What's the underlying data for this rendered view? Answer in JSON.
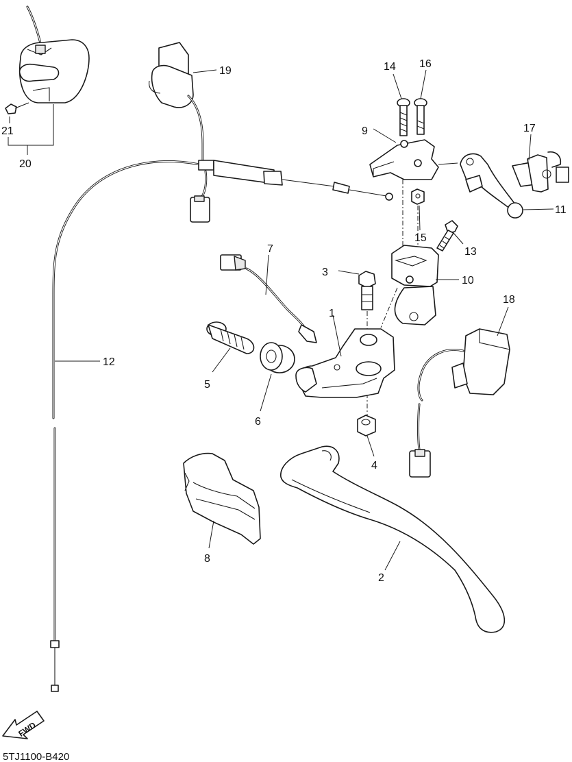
{
  "diagram": {
    "drawing_code": "5TJ1100-B420",
    "direction_marker": "FWD",
    "callouts": [
      {
        "id": "c1",
        "label": "1"
      },
      {
        "id": "c2",
        "label": "2"
      },
      {
        "id": "c3",
        "label": "3"
      },
      {
        "id": "c4",
        "label": "4"
      },
      {
        "id": "c5",
        "label": "5"
      },
      {
        "id": "c6",
        "label": "6"
      },
      {
        "id": "c7",
        "label": "7"
      },
      {
        "id": "c8",
        "label": "8"
      },
      {
        "id": "c9",
        "label": "9"
      },
      {
        "id": "c10",
        "label": "10"
      },
      {
        "id": "c11",
        "label": "11"
      },
      {
        "id": "c12",
        "label": "12"
      },
      {
        "id": "c13",
        "label": "13"
      },
      {
        "id": "c14",
        "label": "14"
      },
      {
        "id": "c15",
        "label": "15"
      },
      {
        "id": "c16",
        "label": "16"
      },
      {
        "id": "c17",
        "label": "17"
      },
      {
        "id": "c18",
        "label": "18"
      },
      {
        "id": "c19",
        "label": "19"
      },
      {
        "id": "c20",
        "label": "20"
      },
      {
        "id": "c21",
        "label": "21"
      }
    ]
  },
  "colors": {
    "line": "#1a1a1a",
    "background": "#ffffff"
  }
}
